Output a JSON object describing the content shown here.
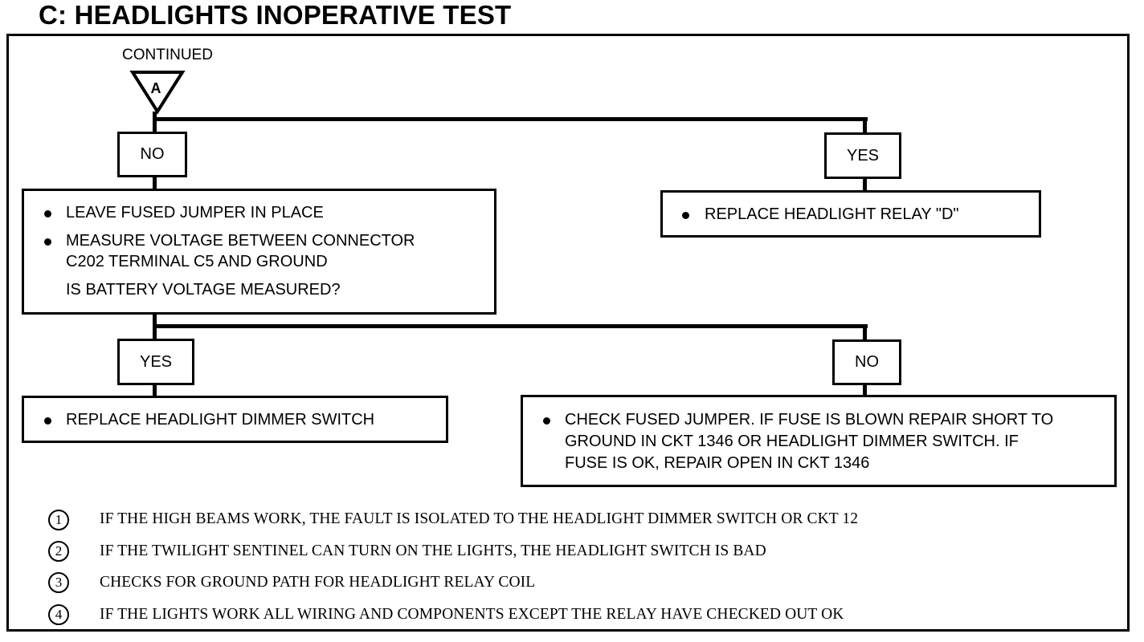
{
  "title": "C: HEADLIGHTS INOPERATIVE TEST",
  "connector": {
    "caption": "CONTINUED",
    "letter": "A"
  },
  "branch1": {
    "no_label": "NO",
    "yes_label": "YES",
    "no_box": {
      "bullets": [
        "LEAVE FUSED JUMPER IN PLACE",
        "MEASURE VOLTAGE BETWEEN CONNECTOR",
        "C202 TERMINAL C5 AND GROUND"
      ],
      "question": "IS BATTERY VOLTAGE MEASURED?"
    },
    "yes_box": "REPLACE HEADLIGHT RELAY \"D\""
  },
  "branch2": {
    "yes_label": "YES",
    "no_label": "NO",
    "yes_box": "REPLACE HEADLIGHT DIMMER SWITCH",
    "no_box": [
      "CHECK FUSED JUMPER. IF FUSE IS BLOWN REPAIR SHORT TO",
      "GROUND IN CKT 1346 OR HEADLIGHT DIMMER SWITCH. IF",
      "FUSE IS OK, REPAIR OPEN IN CKT 1346"
    ]
  },
  "notes": [
    {
      "num": "1",
      "text": "IF THE HIGH BEAMS WORK, THE FAULT IS ISOLATED TO THE HEADLIGHT DIMMER SWITCH OR CKT 12"
    },
    {
      "num": "2",
      "text": "IF THE TWILIGHT SENTINEL CAN TURN ON THE LIGHTS, THE HEADLIGHT SWITCH IS BAD"
    },
    {
      "num": "3",
      "text": "CHECKS FOR GROUND PATH FOR HEADLIGHT RELAY COIL"
    },
    {
      "num": "4",
      "text": "IF THE LIGHTS WORK ALL WIRING AND COMPONENTS EXCEPT THE RELAY HAVE CHECKED OUT OK"
    }
  ]
}
